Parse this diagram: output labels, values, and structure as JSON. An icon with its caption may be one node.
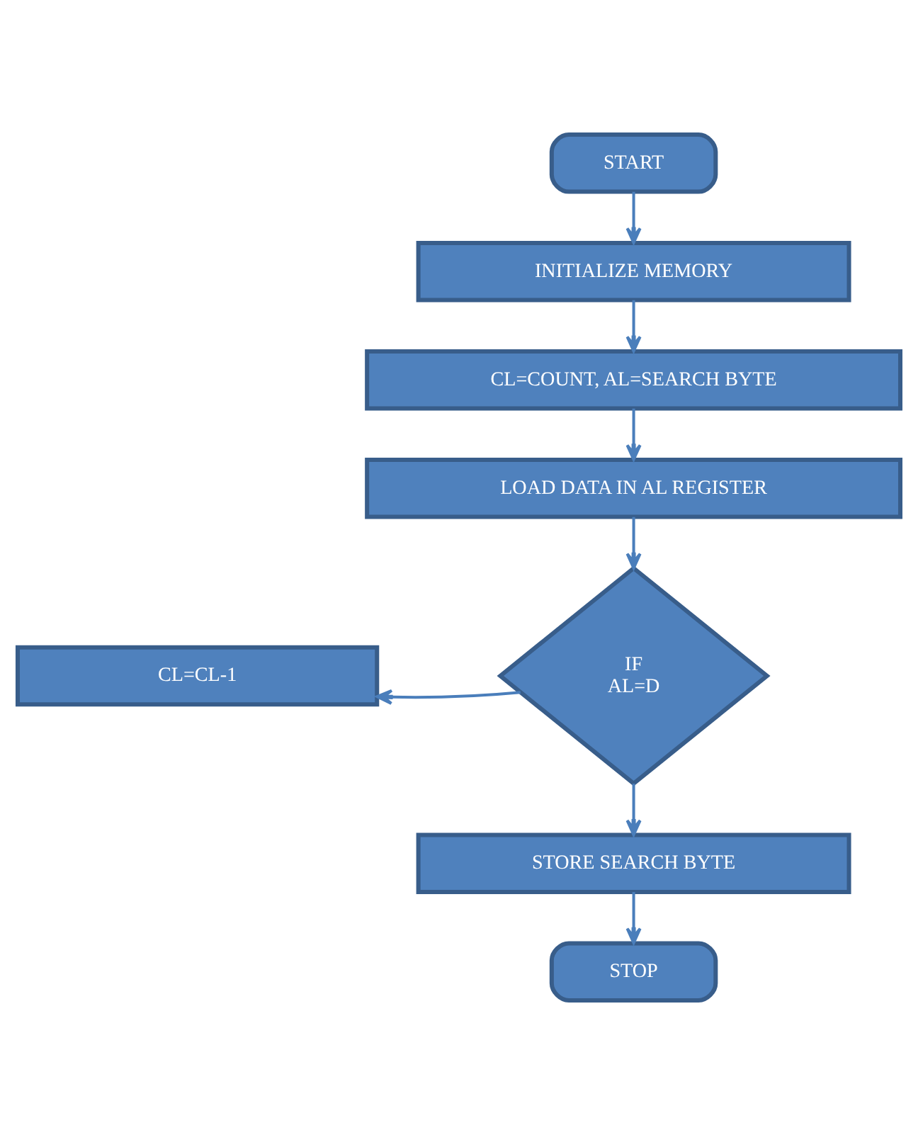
{
  "diagram": {
    "nodes": [
      {
        "text": [
          "START"
        ]
      },
      {
        "text": [
          "INITIALIZE MEMORY"
        ]
      },
      {
        "text": [
          "CL=COUNT, AL=SEARCH BYTE"
        ]
      },
      {
        "text": [
          "LOAD DATA IN AL REGISTER"
        ]
      },
      {
        "text": [
          "IF AL=D"
        ]
      },
      {
        "text": [
          "CL=CL-1"
        ]
      },
      {
        "text": [
          "STORE SEARCH BYTE"
        ]
      },
      {
        "text": [
          "STOP"
        ]
      }
    ],
    "edges": [
      {
        "from": 0,
        "to": 1,
        "arrow": "to"
      },
      {
        "from": 1,
        "to": 2,
        "arrow": "to"
      },
      {
        "from": 2,
        "to": 3,
        "arrow": "to"
      },
      {
        "from": 3,
        "to": 4,
        "arrow": "to"
      },
      {
        "from": 4,
        "to": 5,
        "arrow": "to"
      },
      {
        "from": 4,
        "to": 6,
        "arrow": "to"
      },
      {
        "from": 6,
        "to": 7,
        "arrow": "to"
      }
    ]
  }
}
